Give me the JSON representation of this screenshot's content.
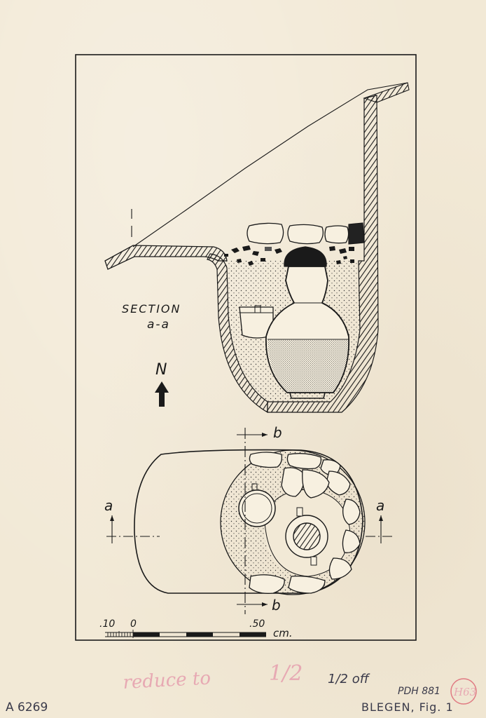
{
  "section_label": "SECTION",
  "section_id": "a-a",
  "north_label": "N",
  "cut_a_left": "a",
  "cut_a_right": "a",
  "cut_b_top": "b",
  "cut_b_bottom": "b",
  "scale": {
    "label_10": ".10",
    "label_0": "0",
    "label_50": ".50",
    "unit": "cm."
  },
  "margin_notes": {
    "reduce": "reduce to",
    "fraction": "1/2",
    "size_note": "1/2 off",
    "catalog": "PDH 881",
    "circle_ref": "H63",
    "author": "BLEGEN, Fig. 1",
    "inventory": "A 6269"
  }
}
